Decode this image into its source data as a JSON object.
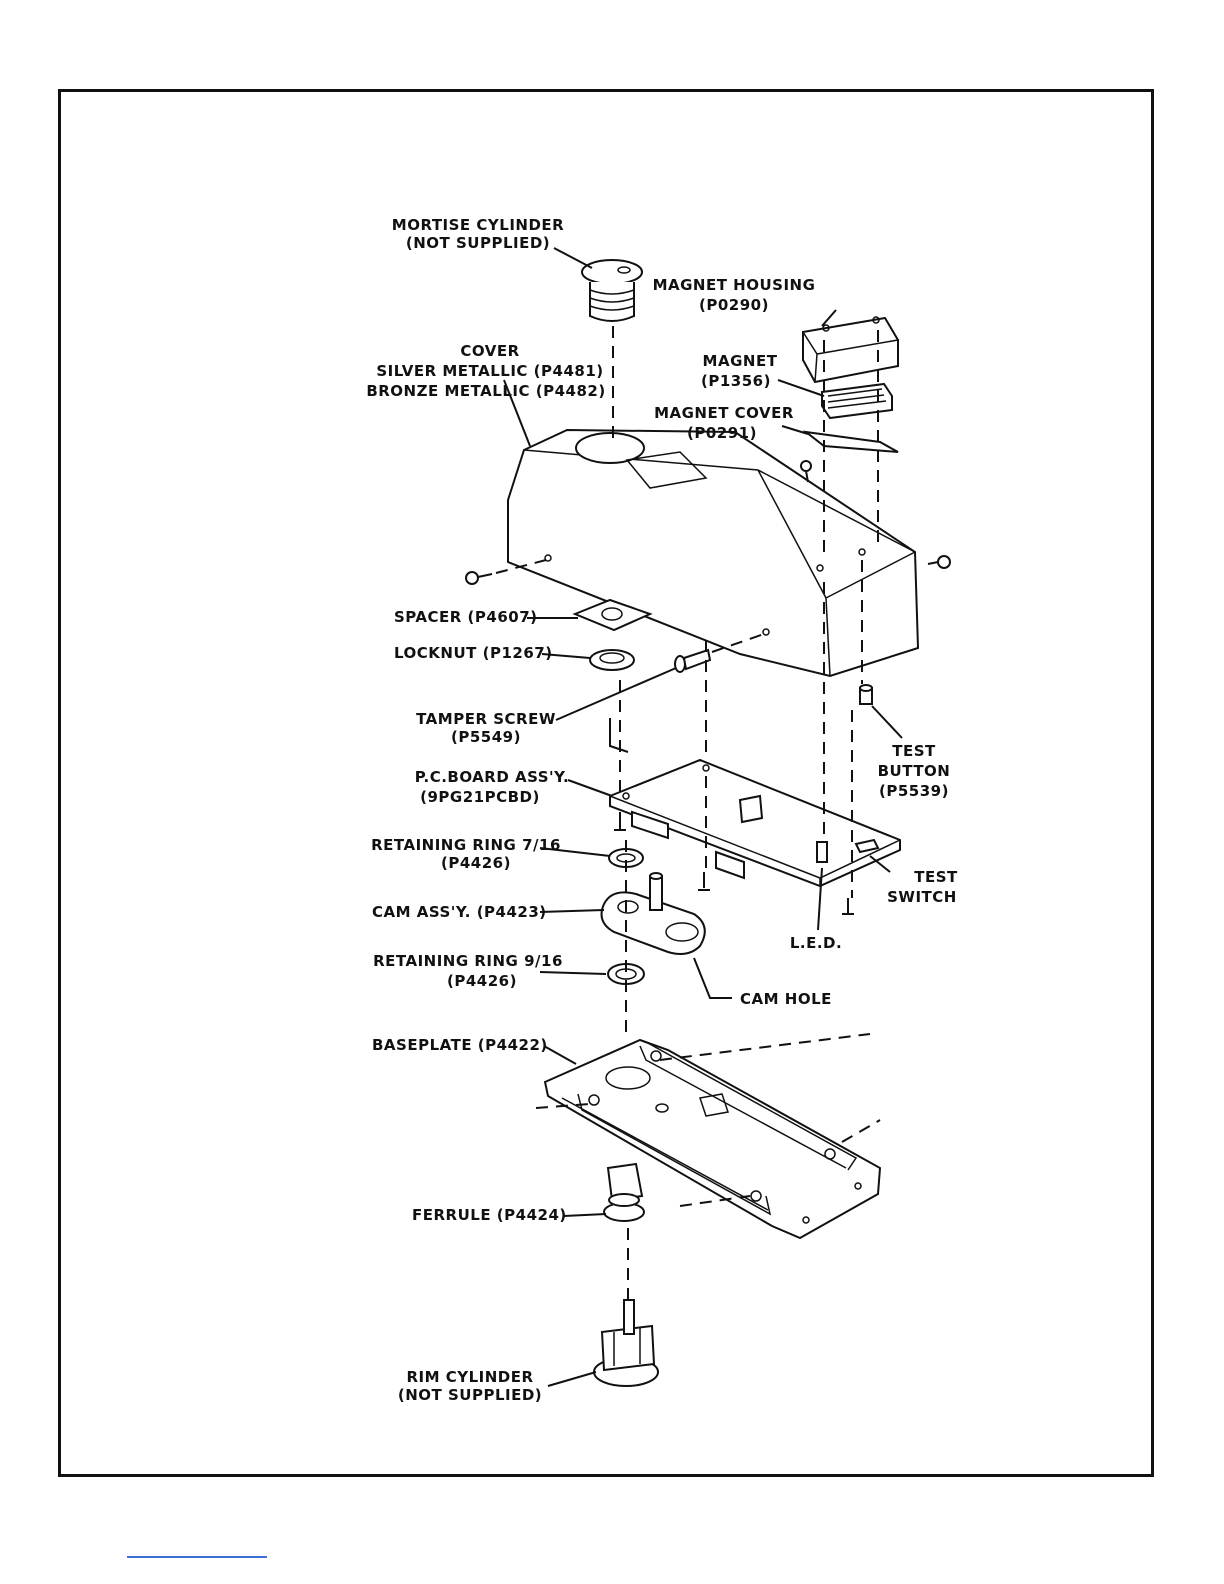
{
  "labels": {
    "mortise_cylinder": [
      "MORTISE CYLINDER",
      "(NOT SUPPLIED)"
    ],
    "magnet_housing": [
      "MAGNET HOUSING",
      "(P0290)"
    ],
    "cover": [
      "COVER",
      "SILVER METALLIC (P4481)",
      "BRONZE METALLIC (P4482)"
    ],
    "magnet": [
      "MAGNET",
      "(P1356)"
    ],
    "magnet_cover": [
      "MAGNET COVER",
      "(P0291)"
    ],
    "spacer": "SPACER (P4607)",
    "locknut": "LOCKNUT (P1267)",
    "tamper_screw": [
      "TAMPER SCREW",
      "(P5549)"
    ],
    "test_button": [
      "TEST",
      "BUTTON",
      "(P5539)"
    ],
    "pc_board": [
      "P.C.BOARD ASS'Y.",
      "(9PG21PCBD)"
    ],
    "retaining_ring_716": [
      "RETAINING RING 7/16",
      "(P4426)"
    ],
    "test_switch": [
      "TEST",
      "SWITCH"
    ],
    "cam_assy": "CAM ASS'Y. (P4423)",
    "led": "L.E.D.",
    "retaining_ring_916": [
      "RETAINING RING 9/16",
      "(P4426)"
    ],
    "cam_hole": "CAM HOLE",
    "baseplate": "BASEPLATE (P4422)",
    "ferrule": "FERRULE (P4424)",
    "rim_cylinder": [
      "RIM CYLINDER",
      "(NOT SUPPLIED)"
    ]
  },
  "colors": {
    "ink": "#111111",
    "paper": "#ffffff",
    "footer_rule": "#3b6fd8"
  }
}
